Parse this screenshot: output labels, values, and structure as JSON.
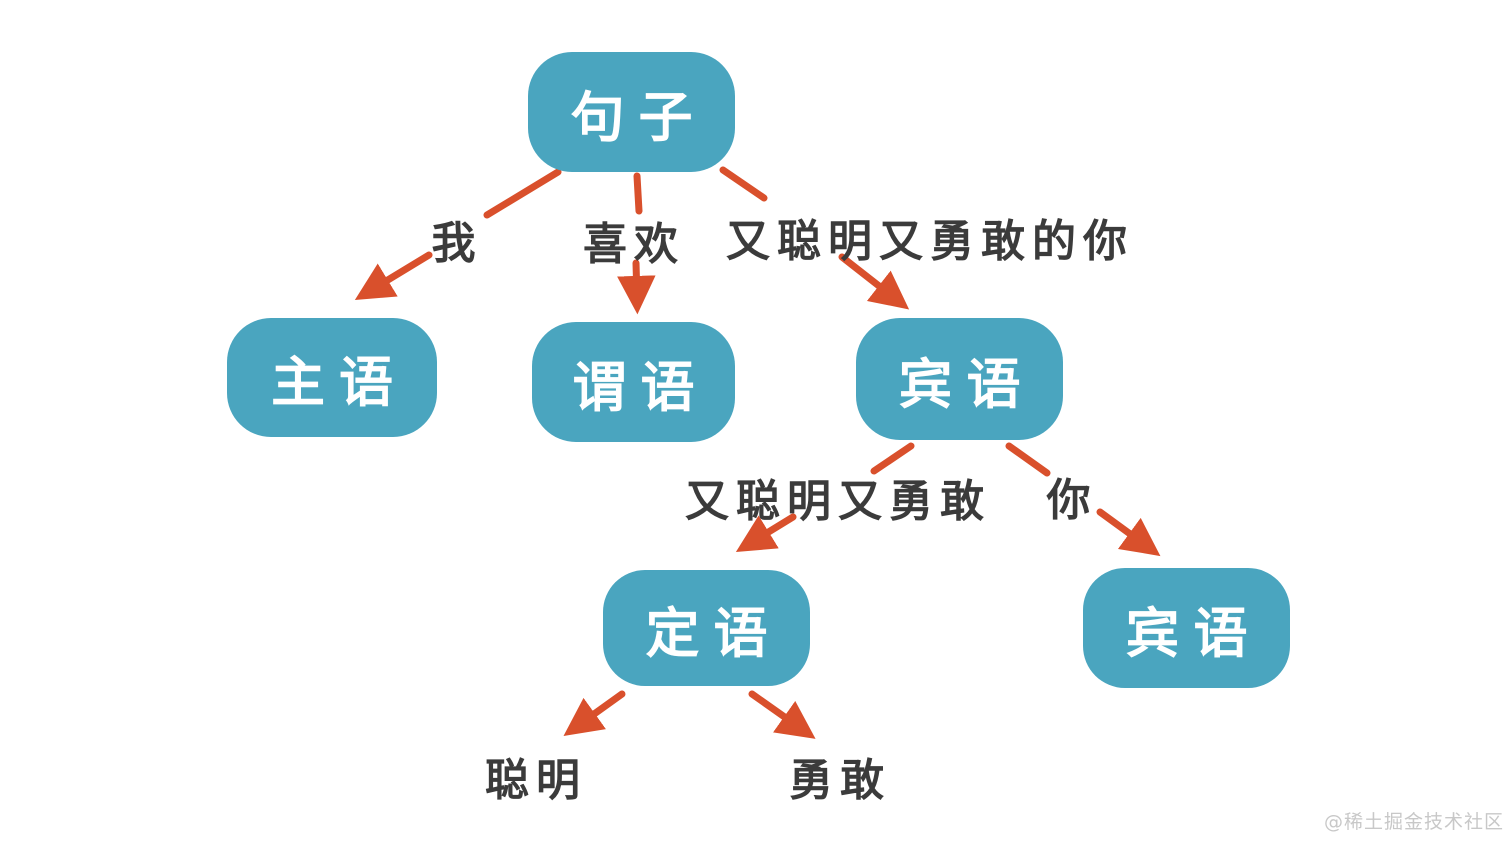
{
  "diagram": {
    "nodes": [
      {
        "id": "sentence",
        "label": "句子"
      },
      {
        "id": "subject",
        "label": "主语"
      },
      {
        "id": "predicate",
        "label": "谓语"
      },
      {
        "id": "object",
        "label": "宾语"
      },
      {
        "id": "attributive",
        "label": "定语"
      },
      {
        "id": "object2",
        "label": "宾语"
      }
    ],
    "edge_labels": [
      {
        "id": "wo",
        "text": "我"
      },
      {
        "id": "xihuan",
        "text": "喜欢"
      },
      {
        "id": "full_object_phrase",
        "text": "又聪明又勇敢的你"
      },
      {
        "id": "attributive_phrase",
        "text": "又聪明又勇敢"
      },
      {
        "id": "ni",
        "text": "你"
      },
      {
        "id": "congming",
        "text": "聪明"
      },
      {
        "id": "yonggan",
        "text": "勇敢"
      }
    ]
  },
  "watermark": {
    "text": "@稀土掘金技术社区"
  },
  "colors": {
    "node_fill": "#4aa5bf",
    "node_text": "#ffffff",
    "arrow": "#d9502c",
    "label_text": "#3b3b3b",
    "watermark": "#c8c8c8"
  }
}
